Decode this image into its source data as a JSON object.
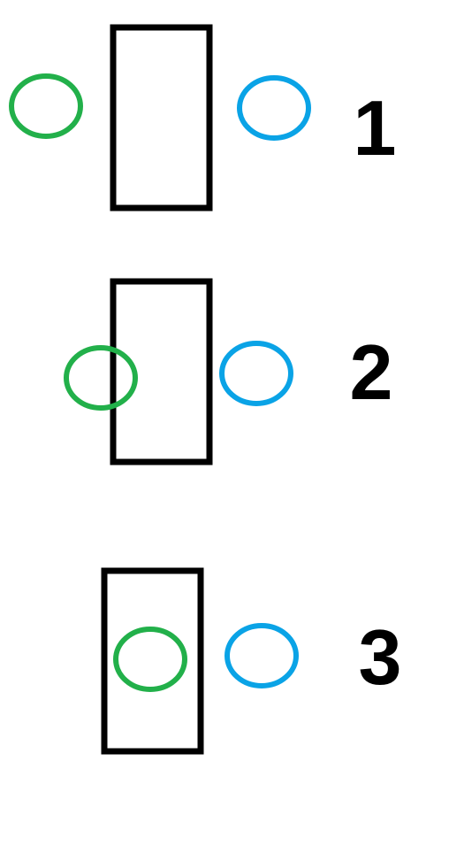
{
  "colors": {
    "background": "#ffffff",
    "rectangle": "#000000",
    "green_circle": "#22b04a",
    "blue_circle": "#0aa3e6"
  },
  "panels": [
    {
      "label": "1"
    },
    {
      "label": "2"
    },
    {
      "label": "3"
    }
  ]
}
